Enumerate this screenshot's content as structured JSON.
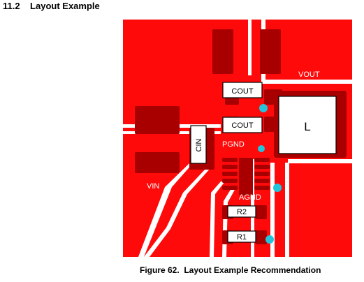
{
  "section": {
    "number": "11.2",
    "title": "Layout Example"
  },
  "figure": {
    "labels": {
      "vout": "VOUT",
      "cout_top": "COUT",
      "cout_mid": "COUT",
      "inductor": "L",
      "cin": "CIN",
      "pgnd": "PGND",
      "vin": "VIN",
      "agnd": "AGND",
      "r2": "R2",
      "r1": "R1"
    },
    "colors": {
      "copper": "#ff0a0a",
      "pad": "#a80000",
      "via": "#23c4dc",
      "component": "#ffffff"
    }
  },
  "caption": "Figure 62.  Layout Example Recommendation"
}
